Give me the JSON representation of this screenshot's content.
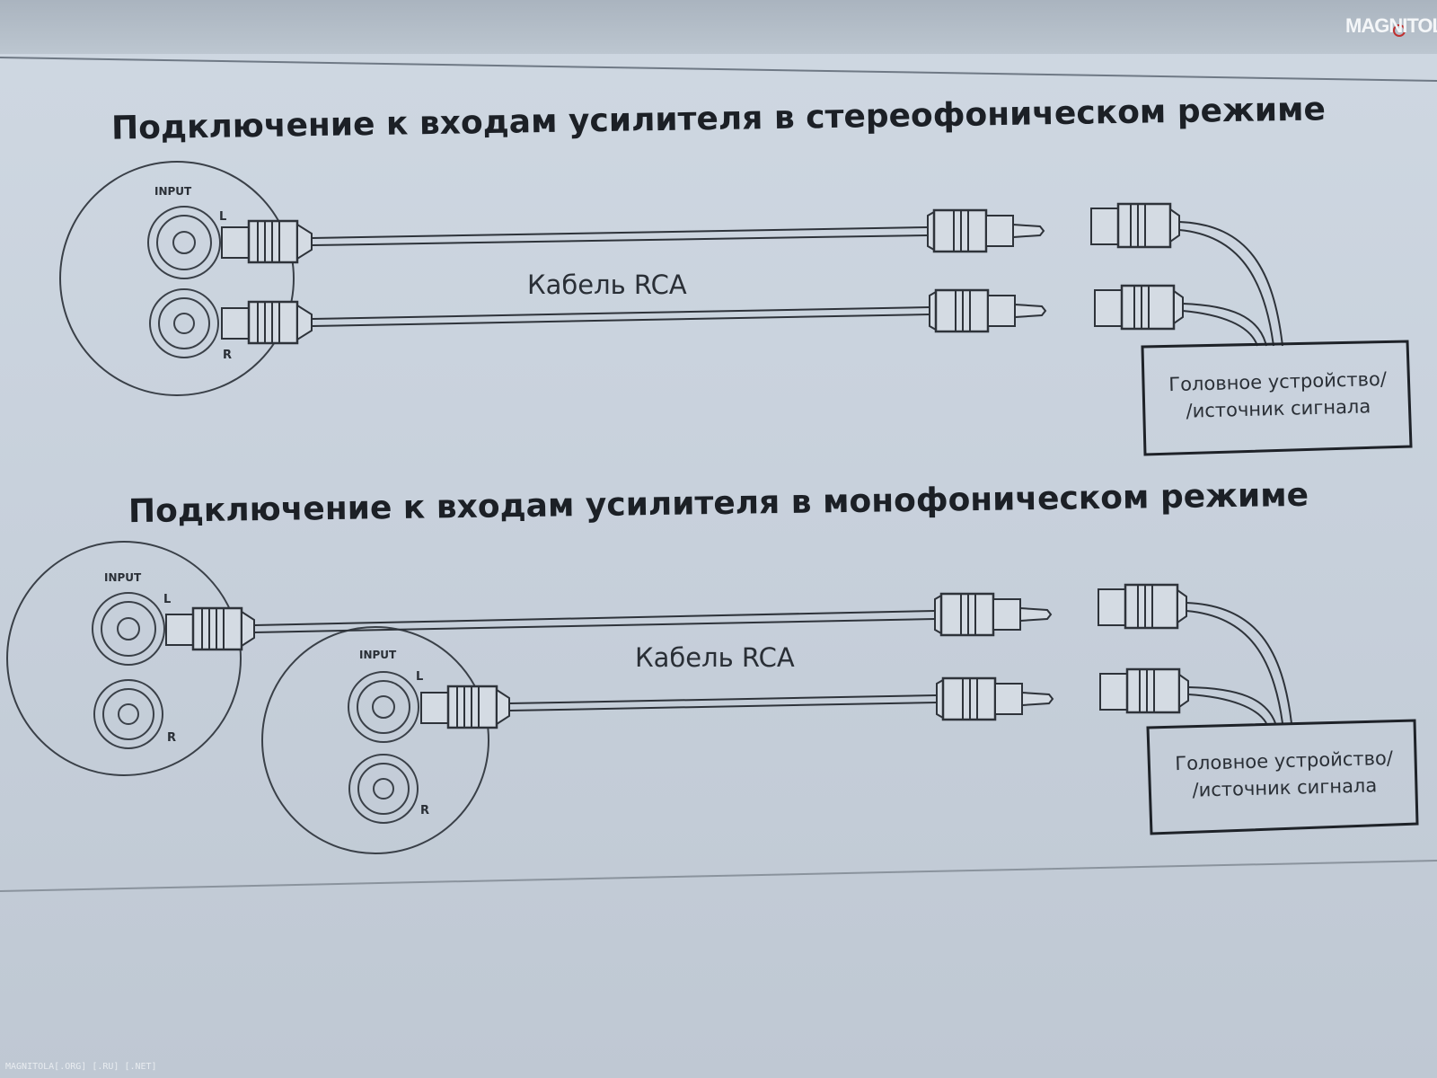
{
  "section_stereo": {
    "title": "Подключение к входам усилителя в стереофоническом режиме",
    "cable_label": "Кабель RCA",
    "jack_input": "INPUT",
    "jack_left": "L",
    "jack_right": "R",
    "box_line1": "Головное устройство/",
    "box_line2": "/источник сигнала"
  },
  "section_mono": {
    "title": "Подключение к входам усилителя в монофоническом режиме",
    "cable_label": "Кабель RCA",
    "amp1_input": "INPUT",
    "amp1_left": "L",
    "amp1_right": "R",
    "amp2_input": "INPUT",
    "amp2_left": "L",
    "amp2_right": "R",
    "box_line1": "Головное устройство/",
    "box_line2": "/источник сигнала"
  },
  "watermark": {
    "logo_text": "MAGNITOLA",
    "footer_text": "MAGNITOLA[.ORG] [.RU] [.NET]"
  },
  "colors": {
    "paper": "#c8d1dc",
    "ink": "#2a2f36"
  }
}
